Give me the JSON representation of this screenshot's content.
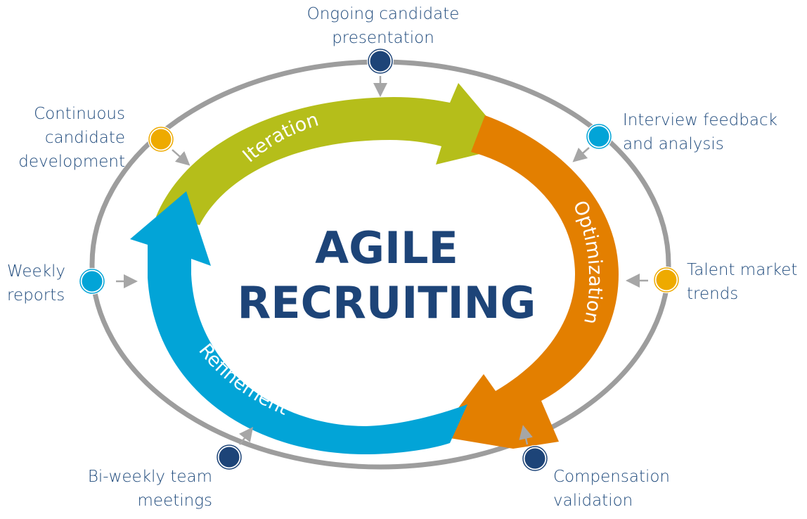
{
  "title": {
    "line1": "AGILE",
    "line2": "RECRUITING"
  },
  "cycle": {
    "stages": [
      {
        "name": "Iteration",
        "color": "#b5be1a"
      },
      {
        "name": "Optimization",
        "color": "#e37f00"
      },
      {
        "name": "Refinement",
        "color": "#02a4d7"
      }
    ]
  },
  "inputs": [
    {
      "lines": [
        "Ongoing candidate",
        "presentation"
      ],
      "dot_color": "#1d4478"
    },
    {
      "lines": [
        "Interview feedback",
        "and analysis"
      ],
      "dot_color": "#02a4d7"
    },
    {
      "lines": [
        "Talent market",
        "trends"
      ],
      "dot_color": "#eeaa00"
    },
    {
      "lines": [
        "Compensation",
        "validation"
      ],
      "dot_color": "#1d4478"
    },
    {
      "lines": [
        "Bi-weekly team",
        "meetings"
      ],
      "dot_color": "#1d4478"
    },
    {
      "lines": [
        "Weekly",
        "reports"
      ],
      "dot_color": "#02a4d7"
    },
    {
      "lines": [
        "Continuous",
        "candidate",
        "development"
      ],
      "dot_color": "#eeaa00"
    }
  ],
  "colors": {
    "ring": "#9d9d9d",
    "connector_arrow": "#a6a6a6",
    "text": "#1f4a7c"
  }
}
